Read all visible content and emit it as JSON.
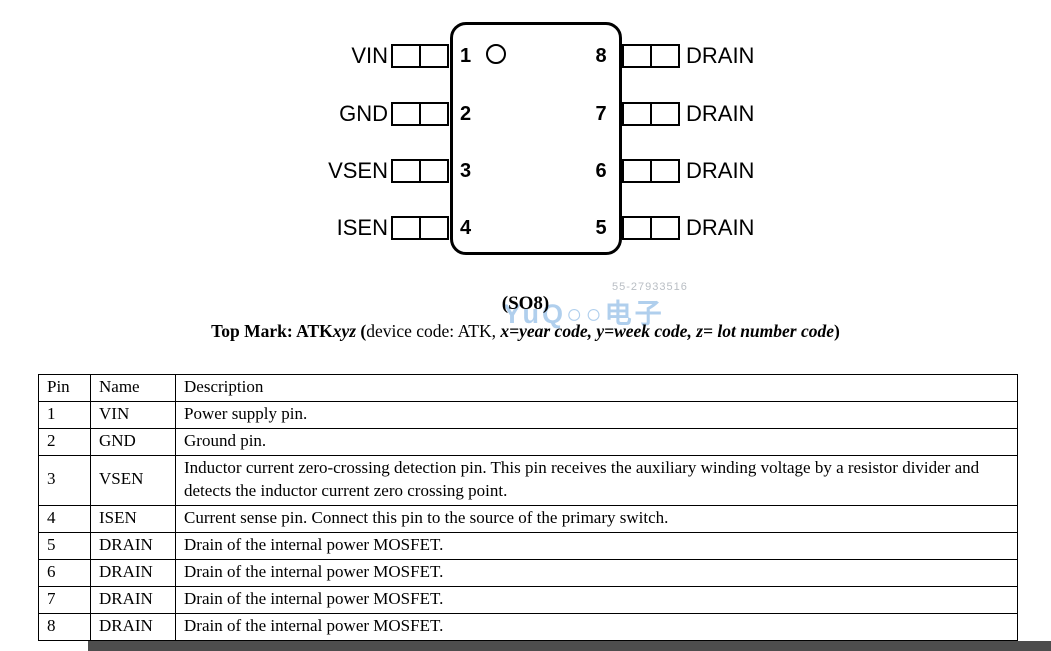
{
  "package": {
    "caption": "(SO8)",
    "left_pins": [
      {
        "number": "1",
        "label": "VIN"
      },
      {
        "number": "2",
        "label": "GND"
      },
      {
        "number": "3",
        "label": "VSEN"
      },
      {
        "number": "4",
        "label": "ISEN"
      }
    ],
    "right_pins": [
      {
        "number": "8",
        "label": "DRAIN"
      },
      {
        "number": "7",
        "label": "DRAIN"
      },
      {
        "number": "6",
        "label": "DRAIN"
      },
      {
        "number": "5",
        "label": "DRAIN"
      }
    ]
  },
  "top_mark": {
    "segments": [
      {
        "text": "Top Mark: ATK"
      },
      {
        "text": "xyz"
      },
      {
        "text": " ("
      },
      {
        "text": "device code: ATK, "
      },
      {
        "text": "x=year code, y=week code, z= lot number code"
      },
      {
        "text": ")"
      }
    ]
  },
  "watermark": {
    "number": "55-27933516",
    "logo": "YuQ○○电子"
  },
  "table": {
    "headers": [
      "Pin",
      "Name",
      "Description"
    ],
    "rows": [
      [
        "1",
        "VIN",
        "Power supply pin."
      ],
      [
        "2",
        "GND",
        "Ground pin."
      ],
      [
        "3",
        "VSEN",
        "Inductor current zero-crossing detection pin. This pin receives the auxiliary winding voltage by a resistor divider and detects the inductor current zero crossing point."
      ],
      [
        "4",
        "ISEN",
        "Current sense pin. Connect this pin to the source of the primary switch."
      ],
      [
        "5",
        "DRAIN",
        "Drain of the internal power MOSFET."
      ],
      [
        "6",
        "DRAIN",
        "Drain of the internal power MOSFET."
      ],
      [
        "7",
        "DRAIN",
        "Drain of the internal power MOSFET."
      ],
      [
        "8",
        "DRAIN",
        "Drain of the internal power MOSFET."
      ]
    ]
  }
}
